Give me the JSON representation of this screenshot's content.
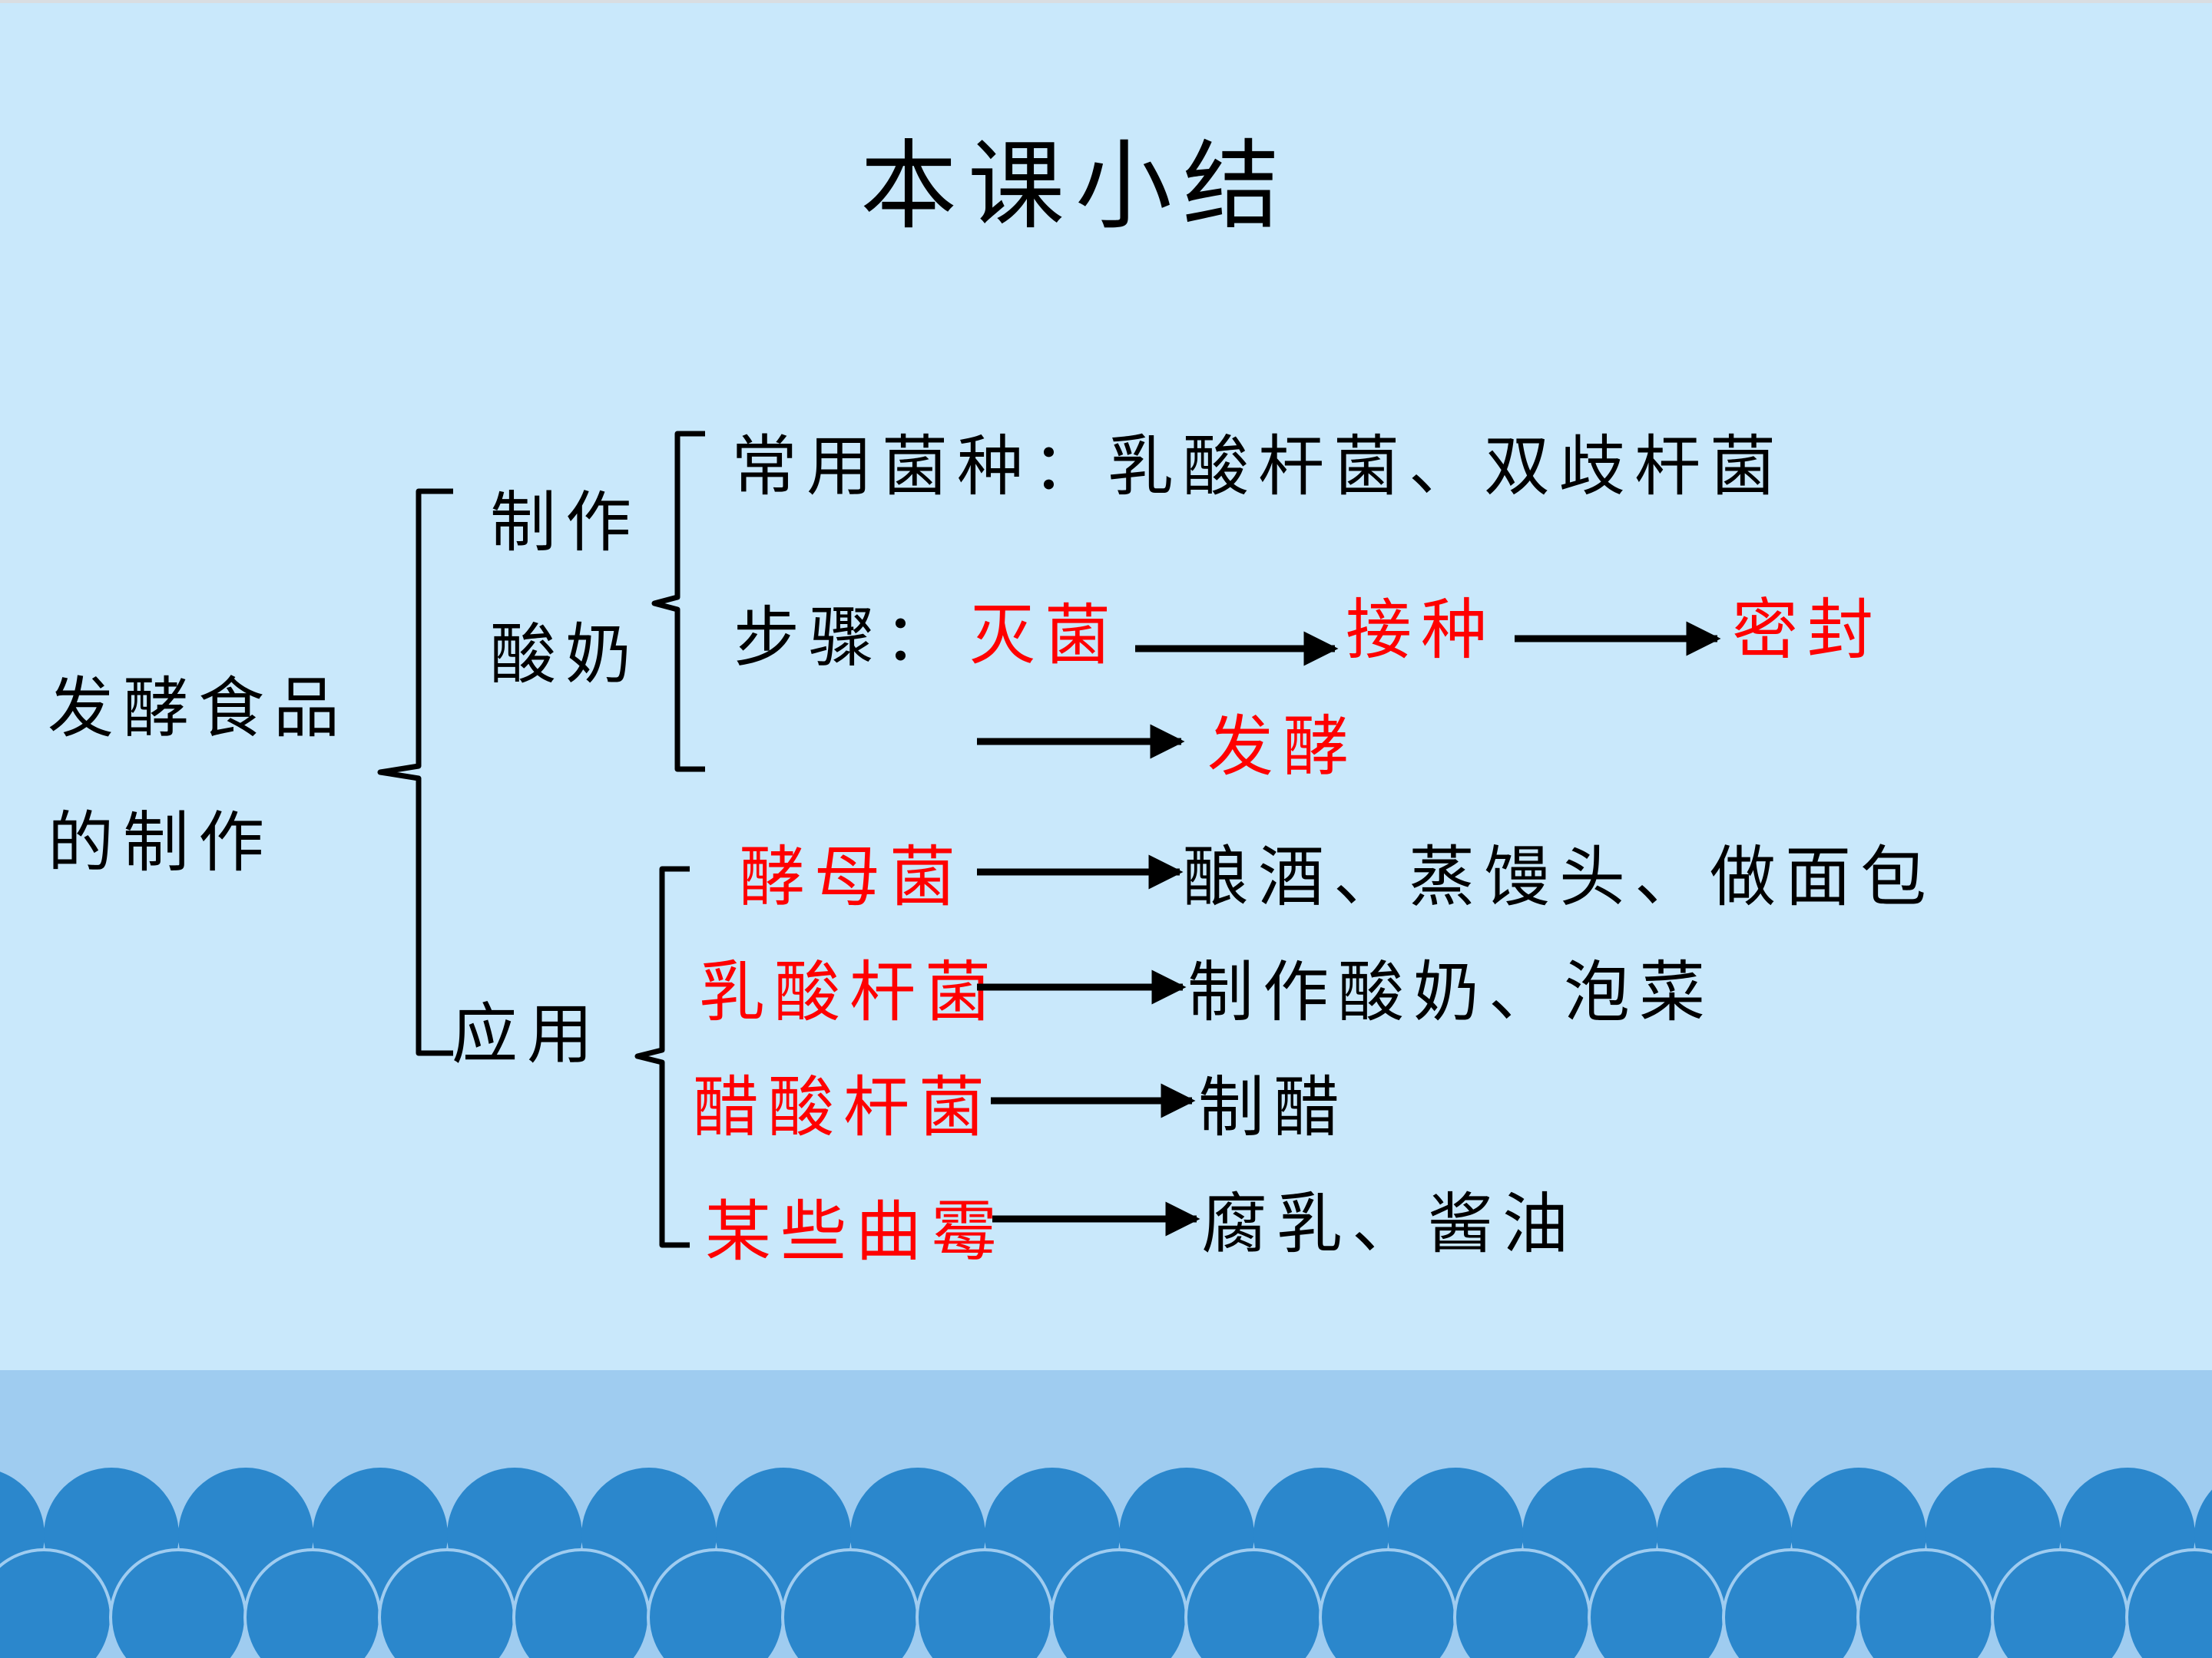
{
  "title": "本课小结",
  "root": {
    "line1": "发酵食品",
    "line2": "的制作"
  },
  "yogurt": {
    "label_line1": "制作",
    "label_line2": "酸奶",
    "strains": "常用菌种：乳酸杆菌、双歧杆菌",
    "steps_label": "步骤：",
    "steps": [
      "灭菌",
      "接种",
      "密封",
      "发酵"
    ]
  },
  "application": {
    "label": "应用",
    "items": [
      {
        "microbe": "酵母菌",
        "use": "酿酒、蒸馒头、做面包"
      },
      {
        "microbe": "乳酸杆菌",
        "use": "制作酸奶、泡菜"
      },
      {
        "microbe": "醋酸杆菌",
        "use": "制醋"
      },
      {
        "microbe": "某些曲霉",
        "use": "腐乳、酱油"
      }
    ]
  },
  "colors": {
    "highlight": "#ff0000",
    "background": "#c9e8fb",
    "wave": "#2b87cc",
    "footer": "#9fccf0"
  }
}
